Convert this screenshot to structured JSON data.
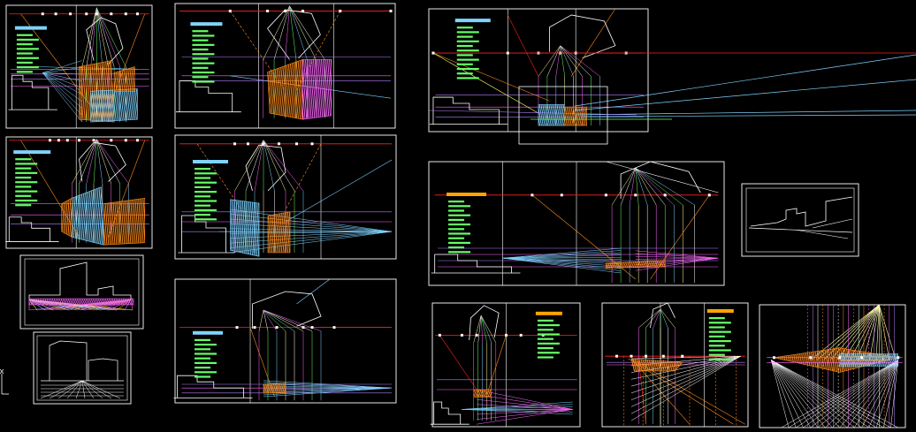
{
  "viewport": {
    "background": "#000000",
    "ucs_icon": "ucs-axis-icon"
  },
  "palette": {
    "frame": "#ffffff",
    "horizon": "#ff2020",
    "orange": "#ff8c1a",
    "cyan": "#7fd3ff",
    "pink": "#ff66ff",
    "violet": "#b27fff",
    "yellow": "#ffff66",
    "green": "#66ff66",
    "light_yellow": "#ffffaa",
    "label_cyan": "#7fd3ff",
    "label_orange": "#ffa500"
  },
  "sheets": [
    {
      "id": "perspective-sheet-1",
      "kind": "two-point",
      "hatch": [
        "orange",
        "cyan"
      ]
    },
    {
      "id": "perspective-sheet-2",
      "kind": "two-point",
      "hatch": [
        "orange",
        "pink"
      ]
    },
    {
      "id": "perspective-sheet-3",
      "kind": "two-point",
      "hatch": [
        "cyan",
        "orange"
      ]
    },
    {
      "id": "perspective-sheet-4",
      "kind": "two-point",
      "hatch": [
        "orange",
        "cyan"
      ]
    },
    {
      "id": "perspective-sheet-5",
      "kind": "two-point",
      "hatch": [
        "cyan",
        "orange"
      ]
    },
    {
      "id": "perspective-sheet-6",
      "kind": "one-point",
      "hatch": [
        "orange",
        "cyan"
      ]
    },
    {
      "id": "perspective-sheet-7",
      "kind": "one-point",
      "hatch": [
        "cyan",
        "orange"
      ]
    },
    {
      "id": "perspective-sheet-8",
      "kind": "one-point",
      "hatch": [
        "cyan",
        "orange"
      ]
    },
    {
      "id": "perspective-sheet-9",
      "kind": "one-point",
      "hatch": [
        "orange"
      ]
    },
    {
      "id": "perspective-sheet-10",
      "kind": "fan",
      "hatch": [
        "orange",
        "cyan"
      ]
    },
    {
      "id": "result-view-1",
      "kind": "result"
    },
    {
      "id": "result-view-2",
      "kind": "result"
    },
    {
      "id": "result-view-3",
      "kind": "result"
    }
  ]
}
